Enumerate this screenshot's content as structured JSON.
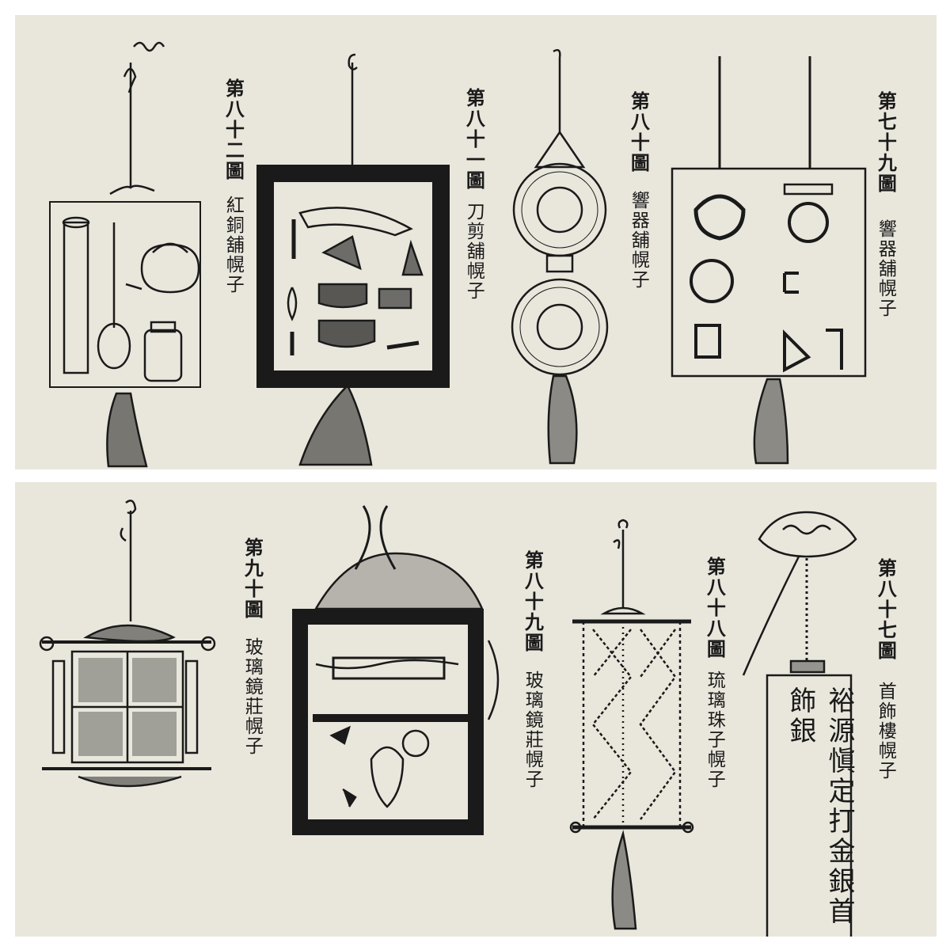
{
  "top_panel": {
    "figures": [
      {
        "number": "第八十二圖",
        "name": "紅銅舖幌子"
      },
      {
        "number": "第八十一圖",
        "name": "刀剪舖幌子"
      },
      {
        "number": "第八十圖",
        "name": "響器舖幌子"
      },
      {
        "number": "第七十九圖",
        "name": "響器舖幌子"
      }
    ]
  },
  "bottom_panel": {
    "figures": [
      {
        "number": "第九十圖",
        "name": "玻璃鏡莊幌子"
      },
      {
        "number": "第八十九圖",
        "name": "玻璃鏡莊幌子"
      },
      {
        "number": "第八十八圖",
        "name": "琉璃珠子幌子"
      },
      {
        "number": "第八十七圖",
        "name": "首飾樓幌子"
      }
    ],
    "sign_text": {
      "col1": "裕源愼定打金銀首飾銀",
      "col_chars": [
        "裕",
        "源",
        "愼",
        "定",
        "打",
        "金",
        "銀",
        "首",
        "飾",
        "銀"
      ]
    }
  },
  "colors": {
    "paper": "#e9e6dc",
    "ink": "#1a1a1a",
    "frame": "#ffffff"
  }
}
